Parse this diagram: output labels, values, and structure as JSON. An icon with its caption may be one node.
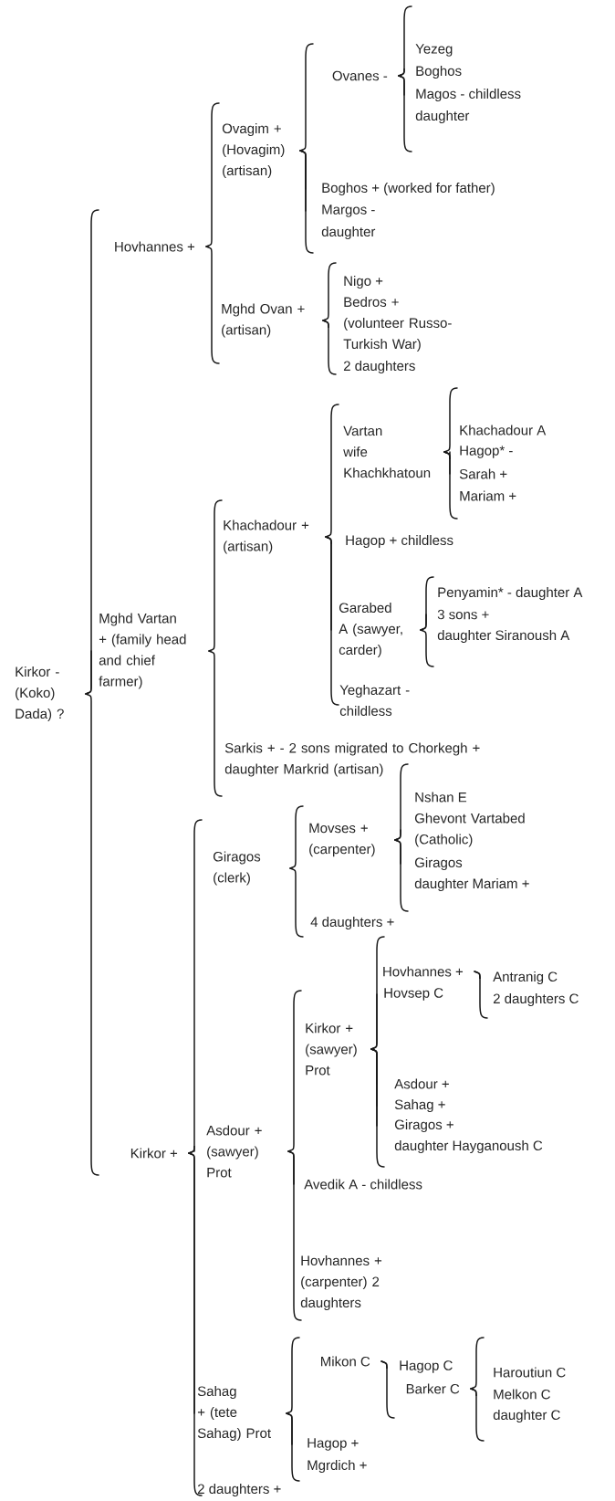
{
  "diagram": {
    "nodes": [
      {
        "text": [
          "Kirkor - (Koko) Dada) ?"
        ]
      },
      {
        "text": [
          "Hovhannes +"
        ]
      },
      {
        "text": [
          "Ovagim + (Hovagim) (artisan)"
        ]
      },
      {
        "text": [
          "Ovanes -"
        ]
      },
      {
        "text": [
          "Yezeg"
        ]
      },
      {
        "text": [
          "Boghos"
        ]
      },
      {
        "text": [
          "Magos - childless"
        ]
      },
      {
        "text": [
          "daughter"
        ]
      },
      {
        "text": [
          "Boghos + (worked for father)"
        ]
      },
      {
        "text": [
          "Margos -"
        ]
      },
      {
        "text": [
          "daughter"
        ]
      },
      {
        "text": [
          "Mghd Ovan + (artisan)"
        ]
      },
      {
        "text": [
          "Nigo +"
        ]
      },
      {
        "text": [
          "Bedros + (volunteer Russo-Turkish War)"
        ]
      },
      {
        "text": [
          "2 daughters"
        ]
      },
      {
        "text": [
          "Mghd Vartan + (family head and chief farmer)"
        ]
      },
      {
        "text": [
          "Khachadour + (artisan)"
        ]
      },
      {
        "text": [
          "Vartan wife Khachkhatoun"
        ]
      },
      {
        "text": [
          "Khachadour A"
        ]
      },
      {
        "text": [
          "Hagop* -"
        ]
      },
      {
        "text": [
          "Sarah +"
        ]
      },
      {
        "text": [
          "Mariam +"
        ]
      },
      {
        "text": [
          "Hagop + childless"
        ]
      },
      {
        "text": [
          "Garabed A (sawyer, carder)"
        ]
      },
      {
        "text": [
          "Penyamin* - daughter A"
        ]
      },
      {
        "text": [
          "3 sons +"
        ]
      },
      {
        "text": [
          "daughter Siranoush A"
        ]
      },
      {
        "text": [
          "Yeghazart - childless"
        ]
      },
      {
        "text": [
          "Sarkis + - 2 sons migrated to Chorkegh + daughter Markrid (artisan)"
        ]
      },
      {
        "text": [
          "Kirkor +"
        ]
      },
      {
        "text": [
          "Giragos (clerk)"
        ]
      },
      {
        "text": [
          "Movses + (carpenter)"
        ]
      },
      {
        "text": [
          "Nshan E"
        ]
      },
      {
        "text": [
          "Ghevont Vartabed (Catholic)"
        ]
      },
      {
        "text": [
          "Giragos"
        ]
      },
      {
        "text": [
          "daughter Mariam +"
        ]
      },
      {
        "text": [
          "4 daughters +"
        ]
      },
      {
        "text": [
          "Asdour + (sawyer) Prot"
        ]
      },
      {
        "text": [
          "Kirkor + (sawyer) Prot"
        ]
      },
      {
        "text": [
          "Hovhannes +"
        ]
      },
      {
        "text": [
          "Antranig C"
        ]
      },
      {
        "text": [
          "2 daughters C"
        ]
      },
      {
        "text": [
          "Hovsep C"
        ]
      },
      {
        "text": [
          "Asdour +"
        ]
      },
      {
        "text": [
          "Sahag +"
        ]
      },
      {
        "text": [
          "Giragos +"
        ]
      },
      {
        "text": [
          "daughter Hayganoush C"
        ]
      },
      {
        "text": [
          "Avedik A - childless"
        ]
      },
      {
        "text": [
          "Hovhannes + (carpenter) 2 daughters"
        ]
      },
      {
        "text": [
          "Sahag + (tete Sahag) Prot"
        ]
      },
      {
        "text": [
          "Mikon C"
        ]
      },
      {
        "text": [
          "Hagop C"
        ]
      },
      {
        "text": [
          "Barker C"
        ]
      },
      {
        "text": [
          "Haroutiun C"
        ]
      },
      {
        "text": [
          "Melkon C"
        ]
      },
      {
        "text": [
          "daughter C"
        ]
      },
      {
        "text": [
          "Hagop +"
        ]
      },
      {
        "text": [
          "Mgrdich +"
        ]
      },
      {
        "text": [
          "2 daughters +"
        ]
      }
    ],
    "edges": [
      {
        "from": 0,
        "to": 1,
        "arrow": "none"
      },
      {
        "from": 0,
        "to": 15,
        "arrow": "none"
      },
      {
        "from": 0,
        "to": 29,
        "arrow": "none"
      },
      {
        "from": 1,
        "to": 2,
        "arrow": "none"
      },
      {
        "from": 1,
        "to": 11,
        "arrow": "none"
      },
      {
        "from": 2,
        "to": 3,
        "arrow": "none"
      },
      {
        "from": 2,
        "to": 8,
        "arrow": "none"
      },
      {
        "from": 2,
        "to": 9,
        "arrow": "none"
      },
      {
        "from": 2,
        "to": 10,
        "arrow": "none"
      },
      {
        "from": 3,
        "to": 4,
        "arrow": "none"
      },
      {
        "from": 3,
        "to": 5,
        "arrow": "none"
      },
      {
        "from": 3,
        "to": 6,
        "arrow": "none"
      },
      {
        "from": 3,
        "to": 7,
        "arrow": "none"
      },
      {
        "from": 11,
        "to": 12,
        "arrow": "none"
      },
      {
        "from": 11,
        "to": 13,
        "arrow": "none"
      },
      {
        "from": 11,
        "to": 14,
        "arrow": "none"
      },
      {
        "from": 15,
        "to": 16,
        "arrow": "none"
      },
      {
        "from": 15,
        "to": 28,
        "arrow": "none"
      },
      {
        "from": 16,
        "to": 17,
        "arrow": "none"
      },
      {
        "from": 16,
        "to": 22,
        "arrow": "none"
      },
      {
        "from": 16,
        "to": 23,
        "arrow": "none"
      },
      {
        "from": 16,
        "to": 27,
        "arrow": "none"
      },
      {
        "from": 17,
        "to": 18,
        "arrow": "none"
      },
      {
        "from": 17,
        "to": 19,
        "arrow": "none"
      },
      {
        "from": 17,
        "to": 20,
        "arrow": "none"
      },
      {
        "from": 17,
        "to": 21,
        "arrow": "none"
      },
      {
        "from": 23,
        "to": 24,
        "arrow": "none"
      },
      {
        "from": 23,
        "to": 25,
        "arrow": "none"
      },
      {
        "from": 23,
        "to": 26,
        "arrow": "none"
      },
      {
        "from": 29,
        "to": 30,
        "arrow": "none"
      },
      {
        "from": 29,
        "to": 37,
        "arrow": "none"
      },
      {
        "from": 29,
        "to": 49,
        "arrow": "none"
      },
      {
        "from": 29,
        "to": 58,
        "arrow": "none"
      },
      {
        "from": 30,
        "to": 31,
        "arrow": "none"
      },
      {
        "from": 30,
        "to": 36,
        "arrow": "none"
      },
      {
        "from": 31,
        "to": 32,
        "arrow": "none"
      },
      {
        "from": 31,
        "to": 33,
        "arrow": "none"
      },
      {
        "from": 31,
        "to": 34,
        "arrow": "none"
      },
      {
        "from": 31,
        "to": 35,
        "arrow": "none"
      },
      {
        "from": 37,
        "to": 38,
        "arrow": "none"
      },
      {
        "from": 37,
        "to": 47,
        "arrow": "none"
      },
      {
        "from": 37,
        "to": 48,
        "arrow": "none"
      },
      {
        "from": 38,
        "to": 39,
        "arrow": "none"
      },
      {
        "from": 38,
        "to": 42,
        "arrow": "none"
      },
      {
        "from": 38,
        "to": 43,
        "arrow": "none"
      },
      {
        "from": 38,
        "to": 44,
        "arrow": "none"
      },
      {
        "from": 38,
        "to": 45,
        "arrow": "none"
      },
      {
        "from": 38,
        "to": 46,
        "arrow": "none"
      },
      {
        "from": 39,
        "to": 40,
        "arrow": "none"
      },
      {
        "from": 39,
        "to": 41,
        "arrow": "none"
      },
      {
        "from": 49,
        "to": 50,
        "arrow": "none"
      },
      {
        "from": 49,
        "to": 56,
        "arrow": "none"
      },
      {
        "from": 49,
        "to": 57,
        "arrow": "none"
      },
      {
        "from": 50,
        "to": 51,
        "arrow": "none"
      },
      {
        "from": 50,
        "to": 52,
        "arrow": "none"
      },
      {
        "from": 52,
        "to": 53,
        "arrow": "none"
      },
      {
        "from": 52,
        "to": 54,
        "arrow": "none"
      },
      {
        "from": 52,
        "to": 55,
        "arrow": "none"
      }
    ]
  }
}
